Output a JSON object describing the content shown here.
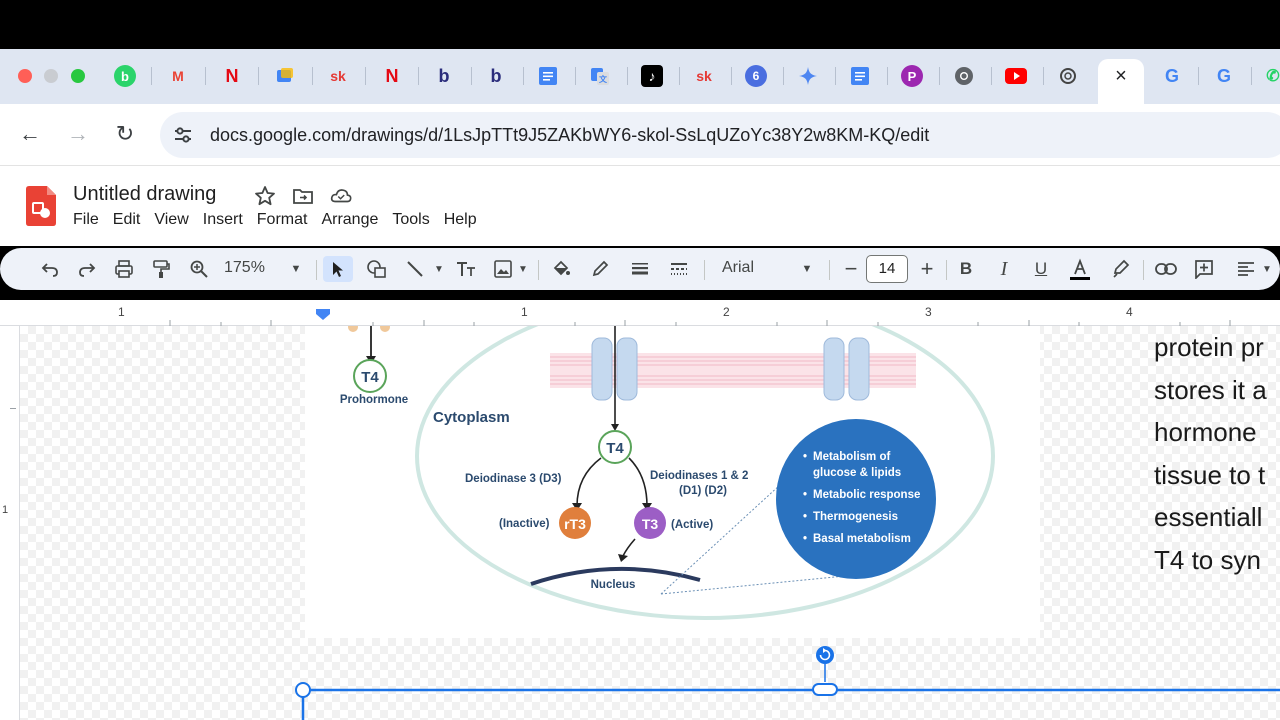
{
  "browser": {
    "url": "docs.google.com/drawings/d/1LsJpTTt9J5ZAKbWY6-skol-SsLqUZoYc38Y2w8KM-KQ/edit",
    "tabs": [
      "b",
      "M",
      "N",
      "Lens",
      "sk",
      "N",
      "b",
      "b",
      "Docs",
      "Translate",
      "TikTok",
      "sk",
      "6",
      "Gemini",
      "Docs",
      "P",
      "Chrome",
      "YouTube",
      "ChatGPT",
      "G",
      "G"
    ]
  },
  "doc": {
    "title": "Untitled drawing",
    "menu": [
      "File",
      "Edit",
      "View",
      "Insert",
      "Format",
      "Arrange",
      "Tools",
      "Help"
    ]
  },
  "toolbar": {
    "zoom": "175%",
    "font": "Arial",
    "font_size": "14"
  },
  "ruler": {
    "labels": [
      "1",
      "1",
      "2",
      "3",
      "4"
    ],
    "vertical_label": "1"
  },
  "diagram": {
    "prohormone_label": "T4",
    "prohormone_caption": "Prohormone",
    "cytoplasm": "Cytoplasm",
    "t4": "T4",
    "d3_label": "Deiodinase 3 (D3)",
    "d12_label_line1": "Deiodinases 1 & 2",
    "d12_label_line2": "(D1) (D2)",
    "inactive": "(Inactive)",
    "rt3": "rT3",
    "t3": "T3",
    "active": "(Active)",
    "nucleus": "Nucleus",
    "effects": [
      [
        "Metabolism of",
        "glucose & lipids"
      ],
      [
        "Metabolic response"
      ],
      [
        "Thermogenesis"
      ],
      [
        "Basal metabolism"
      ]
    ]
  },
  "side_text": [
    "protein pr",
    "stores it a",
    "hormone",
    "tissue to t",
    "essentiall",
    "T4 to syn"
  ]
}
